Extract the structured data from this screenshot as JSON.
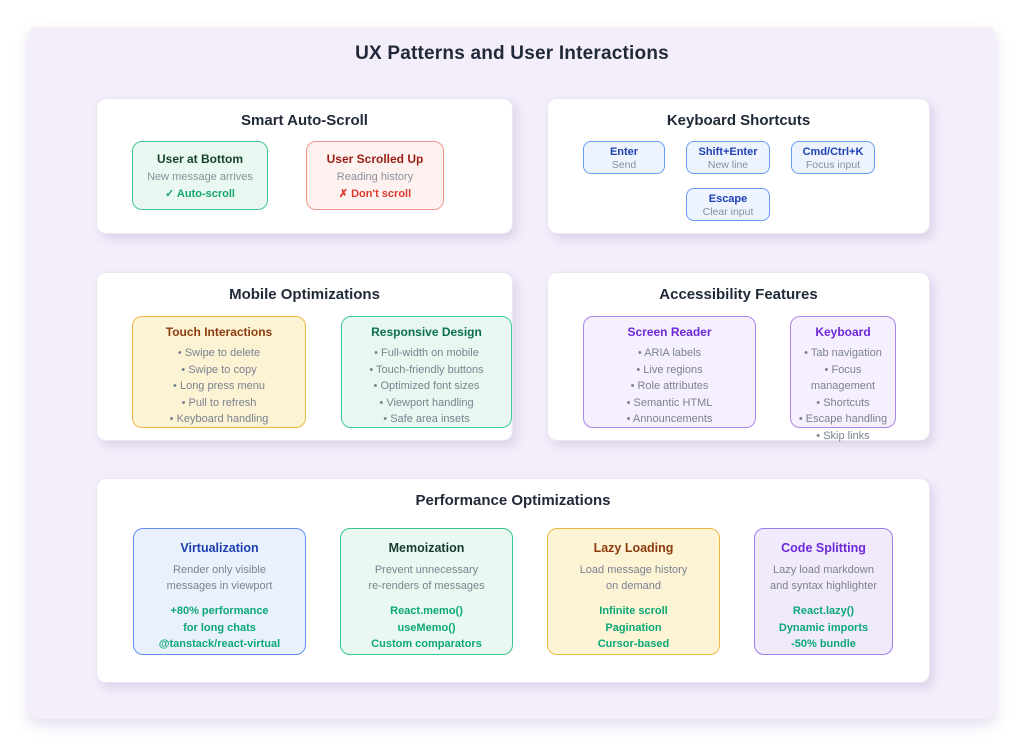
{
  "title": "UX Patterns and User Interactions",
  "panels": {
    "auto_scroll": {
      "title": "Smart Auto-Scroll",
      "cards": [
        {
          "title": "User at Bottom",
          "subtitle": "New message arrives",
          "icon": "✓",
          "action": "Auto-scroll"
        },
        {
          "title": "User Scrolled Up",
          "subtitle": "Reading history",
          "icon": "✗",
          "action": "Don't scroll"
        }
      ]
    },
    "shortcuts": {
      "title": "Keyboard Shortcuts",
      "keys": [
        {
          "key": "Enter",
          "action": "Send"
        },
        {
          "key": "Shift+Enter",
          "action": "New line"
        },
        {
          "key": "Cmd/Ctrl+K",
          "action": "Focus input"
        },
        {
          "key": "Escape",
          "action": "Clear input"
        }
      ]
    },
    "mobile": {
      "title": "Mobile Optimizations",
      "cards": [
        {
          "title": "Touch Interactions",
          "items": [
            "Swipe to delete",
            "Swipe to copy",
            "Long press menu",
            "Pull to refresh",
            "Keyboard handling"
          ]
        },
        {
          "title": "Responsive Design",
          "items": [
            "Full-width on mobile",
            "Touch-friendly buttons",
            "Optimized font sizes",
            "Viewport handling",
            "Safe area insets"
          ]
        }
      ]
    },
    "accessibility": {
      "title": "Accessibility Features",
      "cards": [
        {
          "title": "Screen Reader",
          "items": [
            "ARIA labels",
            "Live regions",
            "Role attributes",
            "Semantic HTML",
            "Announcements"
          ]
        },
        {
          "title": "Keyboard",
          "items": [
            "Tab navigation",
            "Focus management",
            "Shortcuts",
            "Escape handling",
            "Skip links"
          ]
        }
      ]
    },
    "performance": {
      "title": "Performance Optimizations",
      "cards": [
        {
          "title": "Virtualization",
          "desc": [
            "Render only visible",
            "messages in viewport"
          ],
          "metrics": [
            "+80% performance",
            "for long chats",
            "@tanstack/react-virtual"
          ]
        },
        {
          "title": "Memoization",
          "desc": [
            "Prevent unnecessary",
            "re-renders of messages"
          ],
          "metrics": [
            "React.memo()",
            "useMemo()",
            "Custom comparators"
          ]
        },
        {
          "title": "Lazy Loading",
          "desc": [
            "Load message history",
            "on demand"
          ],
          "metrics": [
            "Infinite scroll",
            "Pagination",
            "Cursor-based"
          ]
        },
        {
          "title": "Code Splitting",
          "desc": [
            "Lazy load markdown",
            "and syntax highlighter"
          ],
          "metrics": [
            "React.lazy()",
            "Dynamic imports",
            "-50% bundle"
          ]
        }
      ]
    }
  },
  "colors": {
    "canvas_bg": "#f4eefb",
    "panel_bg": "#ffffff",
    "heading_text": "#1f2937",
    "muted_text": "#7b8290",
    "success_bg": "#e9f8f0",
    "success_border": "#3fc98e",
    "success_text": "#16a571",
    "danger_bg": "#fdf2f0",
    "danger_border": "#f0968c",
    "danger_text": "#dd3b2d",
    "info_bg": "#edf4fd",
    "info_border": "#689bf1",
    "info_text": "#1f41b5",
    "warning_bg": "#fcf3d4",
    "warning_border": "#efb73f",
    "warning_text": "#8c3d0f",
    "purple_bg": "#f5effe",
    "purple_border": "#aa86e9",
    "purple_text": "#6d28d9",
    "metric_text": "#0ca777"
  }
}
